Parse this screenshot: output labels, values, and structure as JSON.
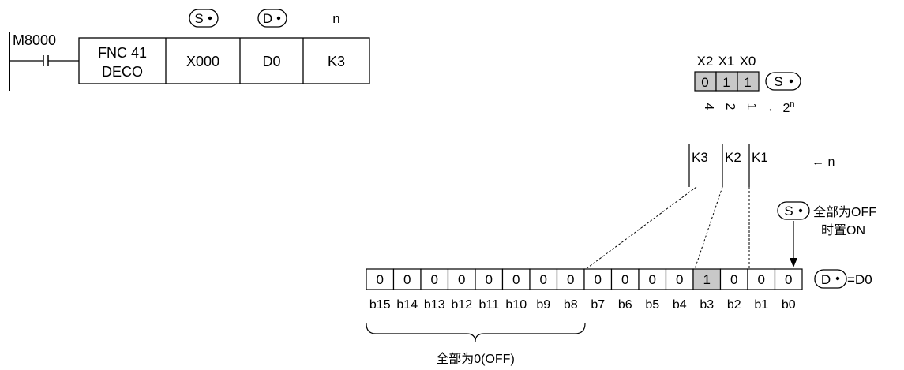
{
  "ladder": {
    "contact_label": "M8000",
    "fnc_line1": "FNC 41",
    "fnc_line2": "DECO",
    "header_s": "S",
    "header_d": "D",
    "header_n": "n",
    "op_s": "X000",
    "op_d": "D0",
    "op_n": "K3"
  },
  "source": {
    "labels": [
      "X2",
      "X1",
      "X0"
    ],
    "bits": [
      "0",
      "1",
      "1"
    ],
    "highlighted": [
      true,
      true,
      true
    ],
    "marker": "S",
    "weights": [
      "4",
      "2",
      "1"
    ],
    "weight_arrow": "← 2",
    "weight_exp": "n"
  },
  "k_labels": {
    "items": [
      "K3",
      "K2",
      "K1"
    ],
    "n_arrow": "← n"
  },
  "note": {
    "marker": "S",
    "line1": "全部为OFF",
    "line2": "时置ON"
  },
  "dest": {
    "bits": [
      "0",
      "0",
      "0",
      "0",
      "0",
      "0",
      "0",
      "0",
      "0",
      "0",
      "0",
      "0",
      "1",
      "0",
      "0",
      "0"
    ],
    "highlight_index": 12,
    "labels": [
      "b15",
      "b14",
      "b13",
      "b12",
      "b11",
      "b10",
      "b9",
      "b8",
      "b7",
      "b6",
      "b5",
      "b4",
      "b3",
      "b2",
      "b1",
      "b0"
    ],
    "marker": "D",
    "suffix": "=D0"
  },
  "brace_label": "全部为0(OFF)"
}
